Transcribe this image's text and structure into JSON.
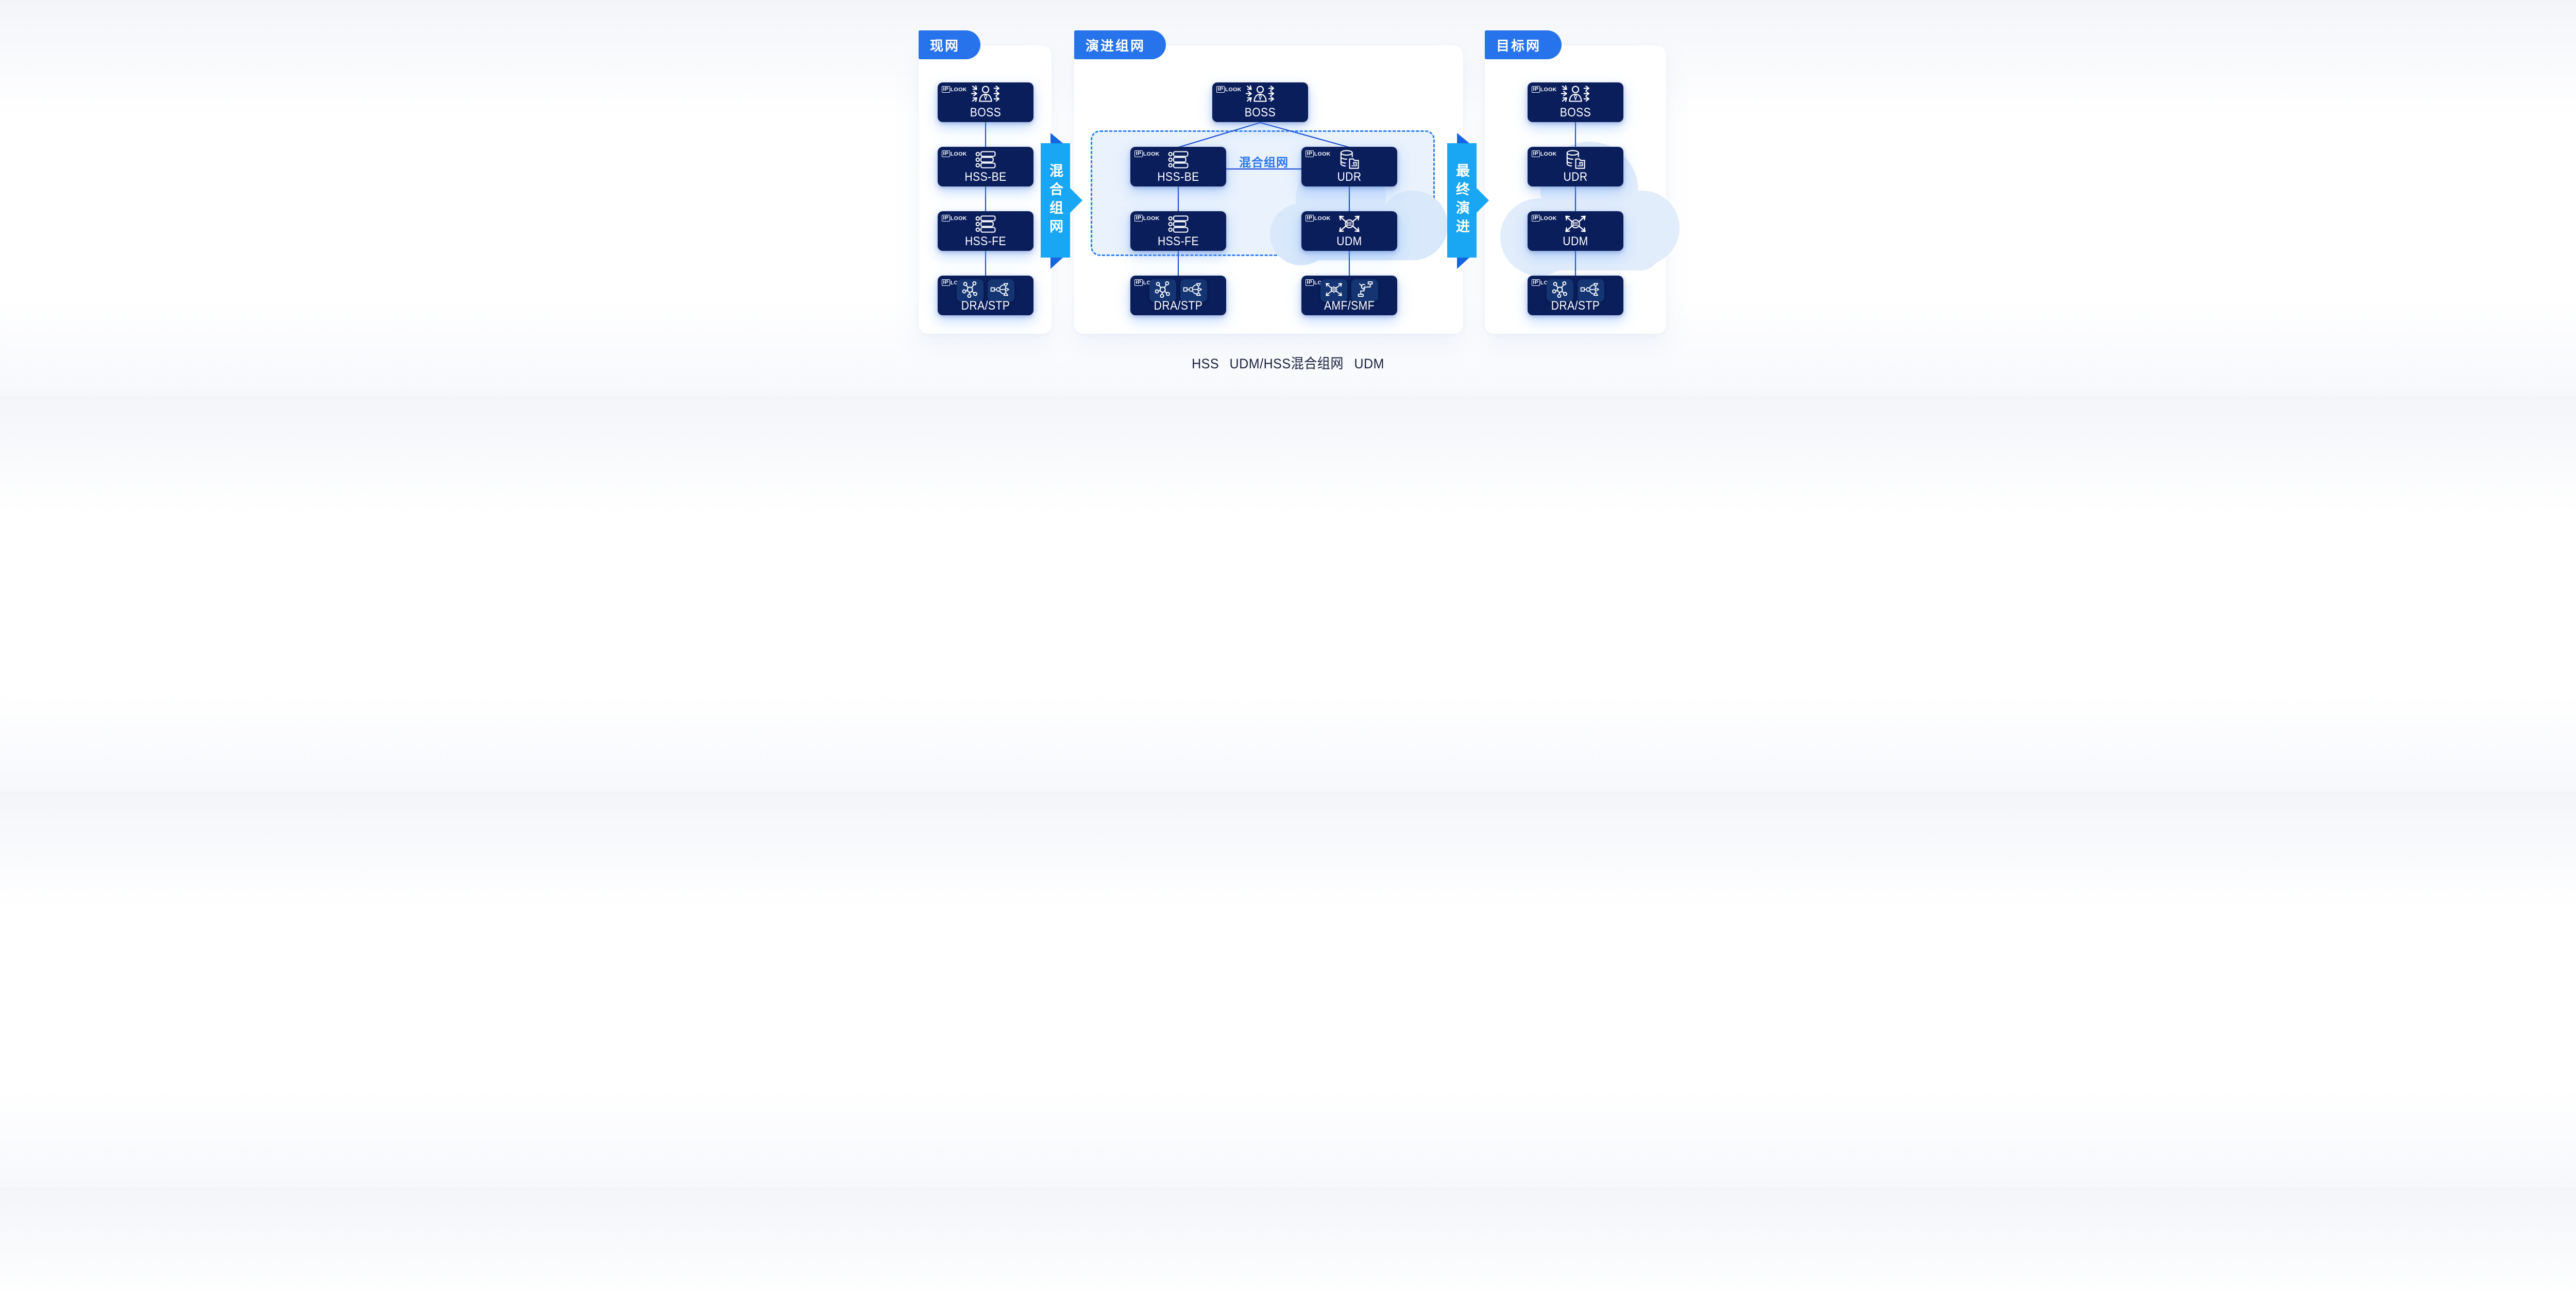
{
  "brand": {
    "ip": "IP",
    "look": "LOOK"
  },
  "caption": "HSS UDM/HSS混合组网 UDM",
  "colors": {
    "node_navy": "#0a1e5c",
    "tile_navy": "#143572",
    "tab_blue": "#2673eb",
    "ribbon_blue": "#19a6f3",
    "ribbon_fold": "#1565e0",
    "line_blue": "#1d4fd6",
    "dashed_border": "#2f80f5",
    "dashed_bg": "#e9f2fd",
    "hybrid_label": "#2b76ee",
    "cloud_mid": "#d9e8fb",
    "cloud_right": "#e2edfb",
    "caption_color": "#1b2340"
  },
  "panels": [
    {
      "tab": "现网",
      "nodes": [
        {
          "label": "BOSS",
          "icon": "person-flow-icon"
        },
        {
          "label": "HSS-BE",
          "icon": "server-list-icon"
        },
        {
          "label": "HSS-FE",
          "icon": "server-list-icon"
        },
        {
          "label": "DRA/STP",
          "icon1": "hub-icon",
          "icon2": "branch-icon"
        }
      ]
    },
    {
      "tab": "演进组网",
      "hybrid_link_label": "混合组网",
      "nodes": [
        {
          "label": "BOSS",
          "icon": "person-flow-icon"
        },
        {
          "label": "HSS-BE",
          "icon": "server-list-icon"
        },
        {
          "label": "UDR",
          "icon": "db-folder-icon"
        },
        {
          "label": "HSS-FE",
          "icon": "server-list-icon"
        },
        {
          "label": "UDM",
          "icon": "udm-arrows-icon"
        },
        {
          "label": "DRA/STP",
          "icon1": "hub-icon",
          "icon2": "branch-icon"
        },
        {
          "label": "AMF/SMF",
          "icon1": "gear-arrows-icon",
          "icon2": "wrench-pipe-icon"
        }
      ]
    },
    {
      "tab": "目标网",
      "nodes": [
        {
          "label": "BOSS",
          "icon": "person-flow-icon"
        },
        {
          "label": "UDR",
          "icon": "db-folder-icon"
        },
        {
          "label": "UDM",
          "icon": "udm-arrows-icon"
        },
        {
          "label": "DRA/STP",
          "icon1": "hub-icon",
          "icon2": "branch-icon"
        }
      ]
    }
  ],
  "ribbons": [
    {
      "label": "混合组网"
    },
    {
      "label": "最终演进"
    }
  ]
}
